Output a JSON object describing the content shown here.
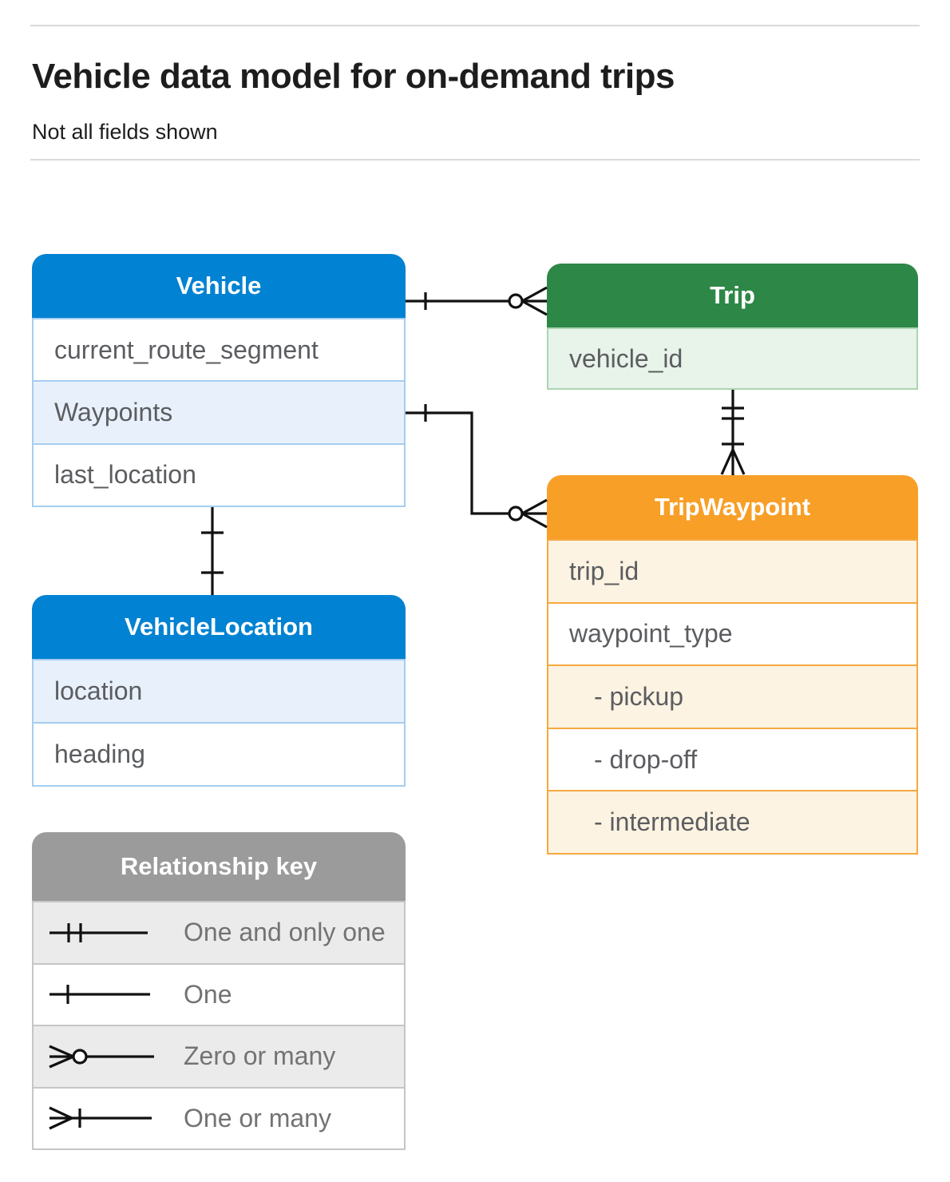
{
  "header": {
    "title": "Vehicle data model for on-demand trips",
    "subtitle": "Not all fields shown"
  },
  "tables": {
    "vehicle": {
      "title": "Vehicle",
      "rows": [
        "current_route_segment",
        "Waypoints",
        "last_location"
      ]
    },
    "trip": {
      "title": "Trip",
      "rows": [
        "vehicle_id"
      ]
    },
    "trip_waypoint": {
      "title": "TripWaypoint",
      "rows": [
        "trip_id",
        "waypoint_type",
        "- pickup",
        "- drop-off",
        "- intermediate"
      ]
    },
    "vehicle_location": {
      "title": "VehicleLocation",
      "rows": [
        "location",
        "heading"
      ]
    }
  },
  "legend": {
    "title": "Relationship key",
    "items": [
      {
        "symbol": "one-and-only-one",
        "label": "One and only one"
      },
      {
        "symbol": "one",
        "label": "One"
      },
      {
        "symbol": "zero-or-many",
        "label": "Zero or many"
      },
      {
        "symbol": "one-or-many",
        "label": "One or many"
      }
    ]
  },
  "connectors": [
    {
      "from": "Vehicle",
      "to": "Trip",
      "from_symbol": "one",
      "to_symbol": "zero-or-many"
    },
    {
      "from": "Vehicle.Waypoints",
      "to": "TripWaypoint",
      "from_symbol": "one",
      "to_symbol": "zero-or-many"
    },
    {
      "from": "Trip",
      "to": "TripWaypoint",
      "from_symbol": "one-and-only-one",
      "to_symbol": "one-or-many"
    },
    {
      "from": "Vehicle",
      "to": "VehicleLocation",
      "from_symbol": "one",
      "to_symbol": "one"
    }
  ],
  "colors": {
    "blue_header": "#0282d2",
    "blue_border": "#a6cdf0",
    "blue_tint": "#e8f1fb",
    "green_header": "#2d8746",
    "green_border": "#abd5b2",
    "green_tint": "#e8f3ea",
    "orange_header": "#f89f28",
    "orange_border": "#f5a93f",
    "orange_tint": "#fdf3e2",
    "gray_header": "#9b9b9b",
    "gray_border": "#c6c6c6",
    "gray_tint": "#ebebeb",
    "line": "#111111",
    "rule": "#dadada",
    "text_dark": "#1d1d1d",
    "text_field": "#5b5d60",
    "text_legend": "#737373"
  }
}
